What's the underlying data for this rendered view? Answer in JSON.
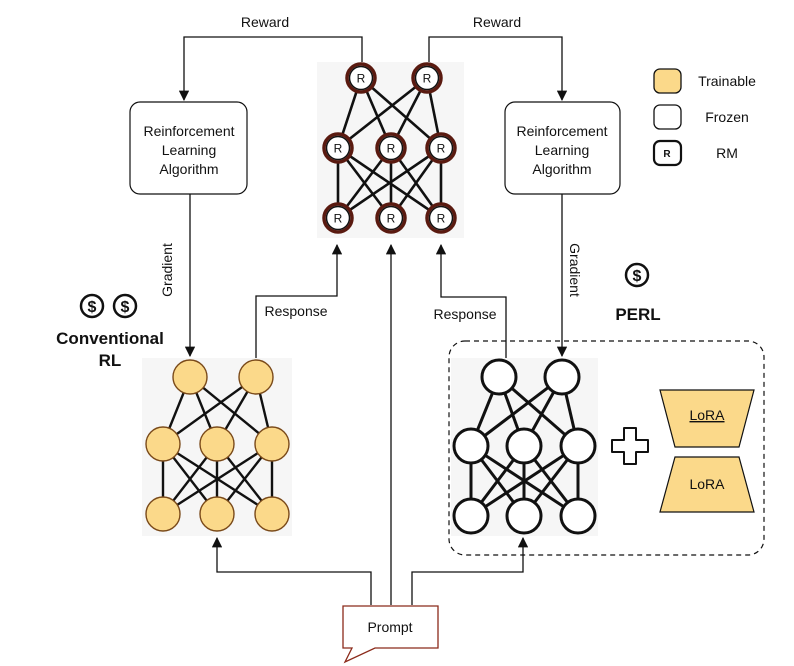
{
  "labels": {
    "reward_left": "Reward",
    "reward_right": "Reward",
    "rla_left": [
      "Reinforcement",
      "Learning",
      "Algorithm"
    ],
    "rla_right": [
      "Reinforcement",
      "Learning",
      "Algorithm"
    ],
    "gradient_left": "Gradient",
    "gradient_right": "Gradient",
    "response_left": "Response",
    "response_right": "Response",
    "conventional": [
      "Conventional",
      "RL"
    ],
    "perl": "PERL",
    "prompt": "Prompt",
    "lora_top": "LoRA",
    "lora_bottom": "LoRA",
    "rm_node": "R",
    "dollar": "$"
  },
  "legend": {
    "items": [
      {
        "label": "Trainable",
        "fill": "#fbd98a",
        "key_text": ""
      },
      {
        "label": "Frozen",
        "fill": "#ffffff",
        "key_text": ""
      },
      {
        "label": "RM",
        "fill": "#ffffff",
        "key_text": "R"
      }
    ]
  },
  "colors": {
    "trainable_fill": "#fbd98a",
    "trainable_stroke": "#7a4a1a",
    "frozen_fill": "#ffffff",
    "rm_stroke": "#5a1a10",
    "prompt_stroke": "#8b2a1a",
    "line": "#111111"
  }
}
